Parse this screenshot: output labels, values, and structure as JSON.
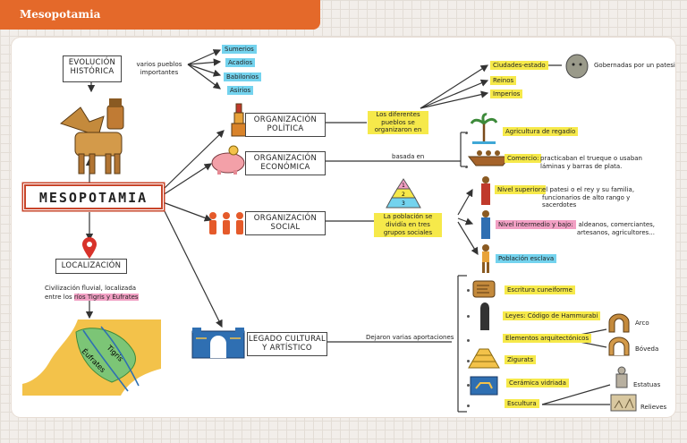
{
  "header": {
    "title": "Mesopotamia"
  },
  "center": "MESOPOTAMIA",
  "evolucion": {
    "title": "EVOLUCIÓN HISTÓRICA",
    "connector": "varios pueblos importantes",
    "pueblos": [
      "Sumerios",
      "Acadios",
      "Babilonios",
      "Asirios"
    ]
  },
  "localizacion": {
    "title": "LOCALIZACIÓN",
    "text_line1": "Civilización fluvial, localizada",
    "text_prefix": "entre los",
    "text_highlight": "ríos Tigris y Éufrates",
    "map_labels": [
      "Tigris",
      "Éufrates"
    ]
  },
  "politica": {
    "title": "ORGANIZACIÓN POLÍTICA",
    "connector": "Los diferentes pueblos se organizaron en",
    "items": [
      "Ciudades-estado",
      "Reinos",
      "Imperios"
    ],
    "ciudades_note": "Gobernadas por un patesi"
  },
  "economica": {
    "title": "ORGANIZACIÓN ECONÓMICA",
    "connector": "basada en",
    "agricultura": "Agricultura de regadío",
    "comercio_label": "Comercio:",
    "comercio_text": "practicaban el trueque o usaban láminas y barras de plata."
  },
  "social": {
    "title": "ORGANIZACIÓN SOCIAL",
    "connector": "La población se dividía en tres grupos sociales",
    "pyramid": [
      "1",
      "2",
      "3"
    ],
    "groups": [
      {
        "label": "Nivel superior:",
        "text": "el patesi o el rey y su familia, funcionarios de alto rango y sacerdotes"
      },
      {
        "label": "Nivel intermedio y bajo:",
        "text": "aldeanos, comerciantes, artesanos, agricultores..."
      },
      {
        "label": "Población esclava",
        "text": ""
      }
    ]
  },
  "legado": {
    "title": "LEGADO CULTURAL Y ARTÍSTICO",
    "connector": "Dejaron varias aportaciones",
    "items": [
      "Escritura cuneiforme",
      "Leyes: Código de Hammurabi",
      "Elementos arquitectónicos",
      "Zigurats",
      "Cerámica vidriada",
      "Escultura"
    ],
    "arq": [
      "Arco",
      "Bóveda"
    ],
    "esc": [
      "Estatuas",
      "Relieves"
    ]
  },
  "colors": {
    "accent": "#e4692a",
    "yellow": "#f6e94a",
    "cyan": "#74d3ee",
    "pink": "#f2a0c4",
    "main_border": "#c8452a"
  }
}
